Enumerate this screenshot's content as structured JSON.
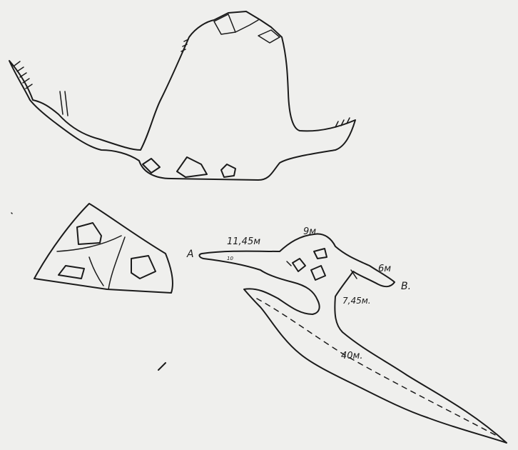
{
  "labels": {
    "point_a": "A",
    "point_b": "B.",
    "dim_11_45": "11,45м",
    "dim_9": "9м.",
    "dim_6": "6м",
    "dim_7_45": "7,45м.",
    "dim_40": "40м.",
    "mark_10": "10"
  },
  "colors": {
    "paper": "#efefed",
    "ink": "#1b1b1b"
  }
}
